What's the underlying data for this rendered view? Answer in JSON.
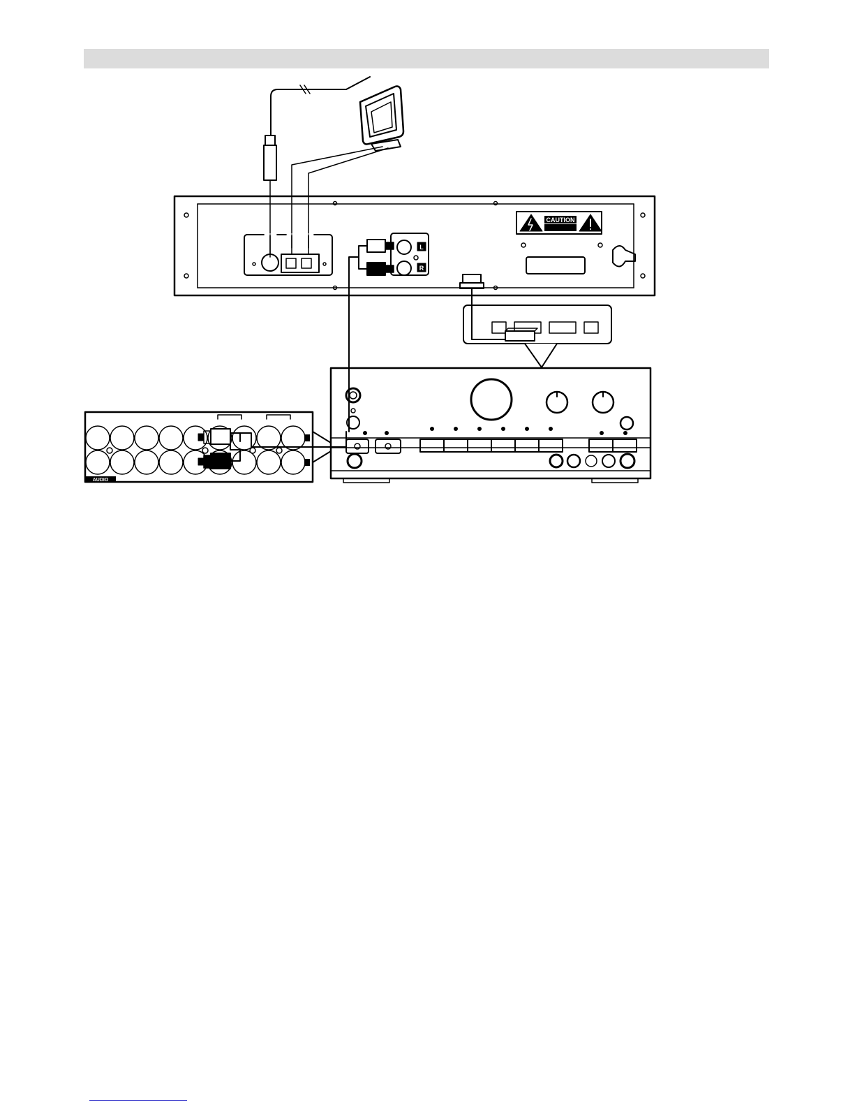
{
  "header": {
    "color": "#dcdcdc"
  },
  "labels": {
    "caution": "CAUTION",
    "left_channel": "L",
    "right_channel": "R",
    "audio": "AUDIO"
  },
  "colors": {
    "line": "#000000",
    "footer_rule": "#3a3acc"
  }
}
